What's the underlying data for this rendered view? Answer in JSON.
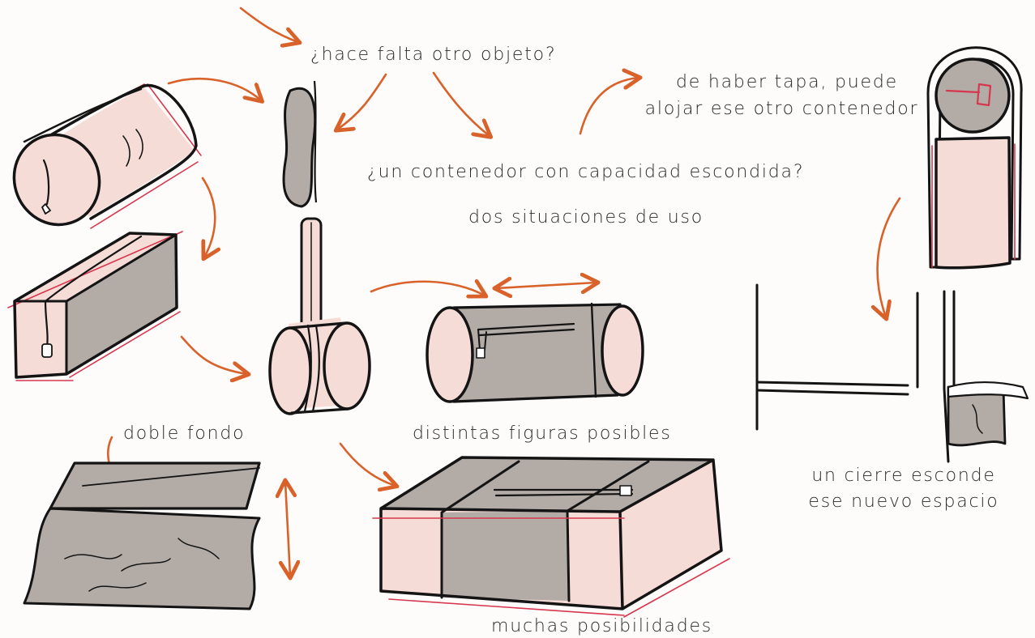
{
  "colors": {
    "background": "#fdfcfa",
    "arrow": "#d9622b",
    "pink_fill": "#f6dcd6",
    "gray_fill": "#b2aba6",
    "outline": "#141414",
    "sketch_red": "#d8364e"
  },
  "labels": {
    "question_object": "¿hace falta otro objeto?",
    "lid_line1": "de haber tapa, puede",
    "lid_line2": "alojar ese otro contenedor",
    "hidden_capacity": "¿un contenedor con capacidad escondida?",
    "two_uses": "dos situaciones de uso",
    "double_bottom": "doble fondo",
    "figures": "distintas figuras posibles",
    "zipper_line1": "un cierre esconde",
    "zipper_line2": "ese nuevo espacio",
    "many": "muchas posibilidades"
  }
}
